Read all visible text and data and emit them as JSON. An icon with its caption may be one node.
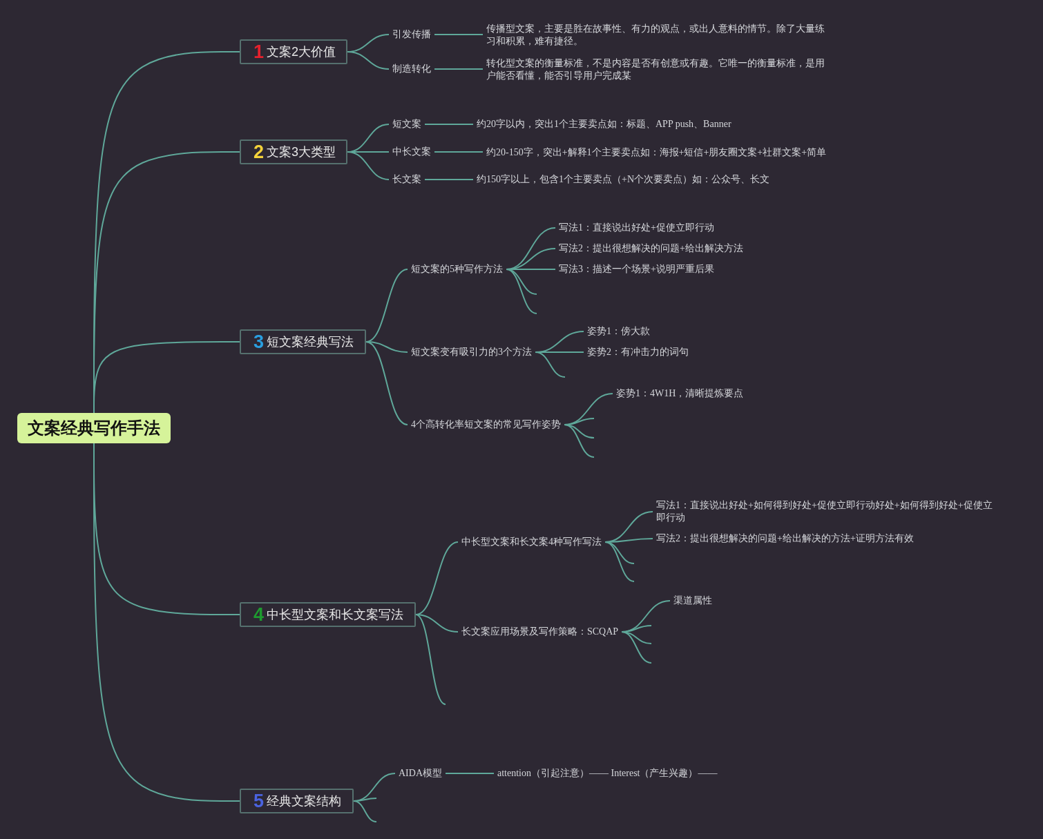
{
  "diagram": {
    "nodes": [
      {
        "text": [
          "文案经典写作手法"
        ]
      },
      {
        "text": [
          "1",
          "文案2大价值"
        ]
      },
      {
        "text": [
          "引发传播"
        ]
      },
      {
        "text": [
          "传播型文案，主要是胜在故事性、有力的观点，或出人意料的情节。除了大量练习和积累，难有捷径。"
        ]
      },
      {
        "text": [
          "制造转化"
        ]
      },
      {
        "text": [
          "转化型文案的衡量标准，不是内容是否有创意或有趣。它唯一的衡量标准，是用户能否看懂，能否引导用户完成某"
        ]
      },
      {
        "text": [
          "2",
          "文案3大类型"
        ]
      },
      {
        "text": [
          "短文案"
        ]
      },
      {
        "text": [
          "约20字以内，突出1个主要卖点如：标题、APP push、Banner"
        ]
      },
      {
        "text": [
          "中长文案"
        ]
      },
      {
        "text": [
          "约20-150字，突出+解释1个主要卖点如：海报+短信+朋友圈文案+社群文案+简单"
        ]
      },
      {
        "text": [
          "长文案"
        ]
      },
      {
        "text": [
          "约150字以上，包含1个主要卖点（+N个次要卖点）如：公众号、长文"
        ]
      },
      {
        "text": [
          "3",
          "短文案经典写法"
        ]
      },
      {
        "text": [
          "短文案的5种写作方法"
        ]
      },
      {
        "text": [
          "写法1：直接说出好处+促使立即行动"
        ]
      },
      {
        "text": [
          "写法2：提出很想解决的问题+给出解决方法"
        ]
      },
      {
        "text": [
          "写法3：描述一个场景+说明严重后果"
        ]
      },
      {
        "text": [
          "短文案变有吸引力的3个方法"
        ]
      },
      {
        "text": [
          "姿势1：傍大款"
        ]
      },
      {
        "text": [
          "姿势2：有冲击力的词句"
        ]
      },
      {
        "text": [
          "4个高转化率短文案的常见写作姿势"
        ]
      },
      {
        "text": [
          "姿势1：4W1H，清晰提炼要点"
        ]
      },
      {
        "text": [
          "4",
          "中长型文案和长文案写法"
        ]
      },
      {
        "text": [
          "中长型文案和长文案4种写作写法"
        ]
      },
      {
        "text": [
          "写法1：直接说出好处+如何得到好处+促使立即行动好处+如何得到好处+促使立即行动"
        ]
      },
      {
        "text": [
          "写法2：提出很想解决的问题+给出解决的方法+证明方法有效"
        ]
      },
      {
        "text": [
          "长文案应用场景及写作策略：SCQAP"
        ]
      },
      {
        "text": [
          "渠道属性"
        ]
      },
      {
        "text": [
          "5",
          "经典文案结构"
        ]
      },
      {
        "text": [
          "AIDA模型"
        ]
      },
      {
        "text": [
          "attention（引起注意）—— Interest（产生兴趣）——"
        ]
      }
    ],
    "edges": [
      {
        "from": 0,
        "to": 1,
        "arrow": "none"
      },
      {
        "from": 0,
        "to": 6,
        "arrow": "none"
      },
      {
        "from": 0,
        "to": 13,
        "arrow": "none"
      },
      {
        "from": 0,
        "to": 23,
        "arrow": "none"
      },
      {
        "from": 0,
        "to": 29,
        "arrow": "none"
      },
      {
        "from": 1,
        "to": 2,
        "arrow": "none"
      },
      {
        "from": 1,
        "to": 4,
        "arrow": "none"
      },
      {
        "from": 2,
        "to": 3,
        "arrow": "none"
      },
      {
        "from": 4,
        "to": 5,
        "arrow": "none"
      },
      {
        "from": 6,
        "to": 7,
        "arrow": "none"
      },
      {
        "from": 6,
        "to": 9,
        "arrow": "none"
      },
      {
        "from": 6,
        "to": 11,
        "arrow": "none"
      },
      {
        "from": 7,
        "to": 8,
        "arrow": "none"
      },
      {
        "from": 9,
        "to": 10,
        "arrow": "none"
      },
      {
        "from": 11,
        "to": 12,
        "arrow": "none"
      },
      {
        "from": 13,
        "to": 14,
        "arrow": "none"
      },
      {
        "from": 13,
        "to": 18,
        "arrow": "none"
      },
      {
        "from": 13,
        "to": 21,
        "arrow": "none"
      },
      {
        "from": 14,
        "to": 15,
        "arrow": "none"
      },
      {
        "from": 14,
        "to": 16,
        "arrow": "none"
      },
      {
        "from": 14,
        "to": 17,
        "arrow": "none"
      },
      {
        "from": 14,
        "to": null,
        "arrow": "none"
      },
      {
        "from": 14,
        "to": null,
        "arrow": "none"
      },
      {
        "from": 18,
        "to": 19,
        "arrow": "none"
      },
      {
        "from": 18,
        "to": 20,
        "arrow": "none"
      },
      {
        "from": 18,
        "to": null,
        "arrow": "none"
      },
      {
        "from": 21,
        "to": 22,
        "arrow": "none"
      },
      {
        "from": 21,
        "to": null,
        "arrow": "none"
      },
      {
        "from": 21,
        "to": null,
        "arrow": "none"
      },
      {
        "from": 21,
        "to": null,
        "arrow": "none"
      },
      {
        "from": 23,
        "to": 24,
        "arrow": "none"
      },
      {
        "from": 23,
        "to": 27,
        "arrow": "none"
      },
      {
        "from": 23,
        "to": null,
        "arrow": "none"
      },
      {
        "from": 24,
        "to": 25,
        "arrow": "none"
      },
      {
        "from": 24,
        "to": 26,
        "arrow": "none"
      },
      {
        "from": 24,
        "to": null,
        "arrow": "none"
      },
      {
        "from": 24,
        "to": null,
        "arrow": "none"
      },
      {
        "from": 27,
        "to": 28,
        "arrow": "none"
      },
      {
        "from": 27,
        "to": null,
        "arrow": "none"
      },
      {
        "from": 27,
        "to": null,
        "arrow": "none"
      },
      {
        "from": 27,
        "to": null,
        "arrow": "none"
      },
      {
        "from": 29,
        "to": 30,
        "arrow": "none"
      },
      {
        "from": 29,
        "to": null,
        "arrow": "none"
      },
      {
        "from": 29,
        "to": null,
        "arrow": "none"
      },
      {
        "from": 30,
        "to": 31,
        "arrow": "none"
      }
    ]
  }
}
